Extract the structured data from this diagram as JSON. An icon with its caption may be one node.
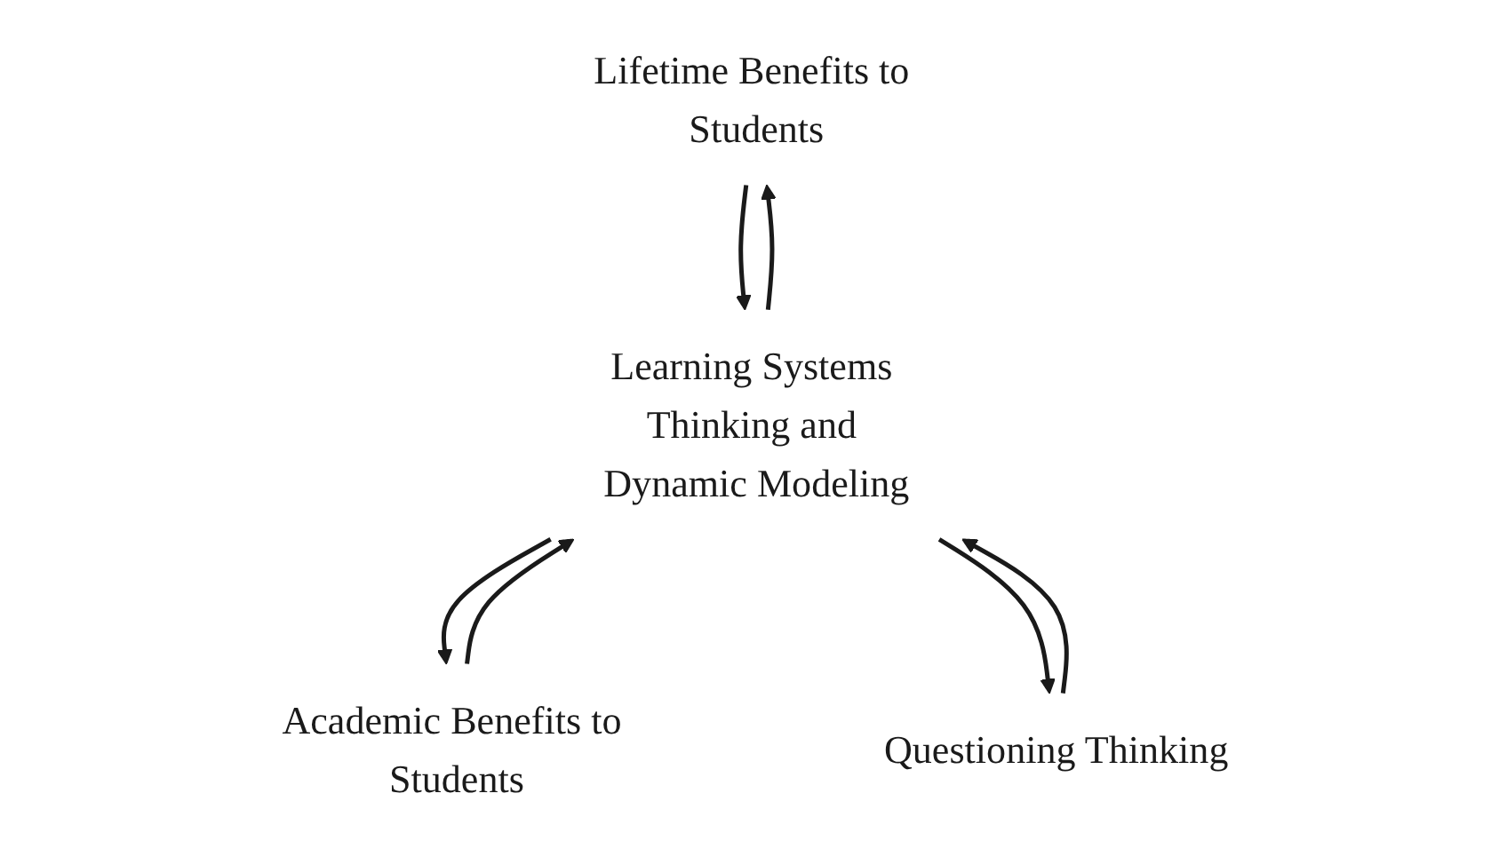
{
  "diagram": {
    "nodes": [
      {
        "text": [
          "Lifetime Benefits to Students"
        ]
      },
      {
        "text": [
          "Academic Benefits to Students"
        ]
      },
      {
        "text": [
          "Learning Systems Thinking and Dynamic Modeling"
        ]
      },
      {
        "text": [
          "Questioning Thinking"
        ]
      }
    ],
    "edges": [
      {
        "from": 0,
        "to": 2,
        "arrow": "to"
      },
      {
        "from": 2,
        "to": 0,
        "arrow": "to"
      },
      {
        "from": 1,
        "to": 2,
        "arrow": "to"
      },
      {
        "from": 2,
        "to": 1,
        "arrow": "to"
      },
      {
        "from": 2,
        "to": 3,
        "arrow": "to"
      },
      {
        "from": 3,
        "to": 2,
        "arrow": "to"
      }
    ]
  }
}
